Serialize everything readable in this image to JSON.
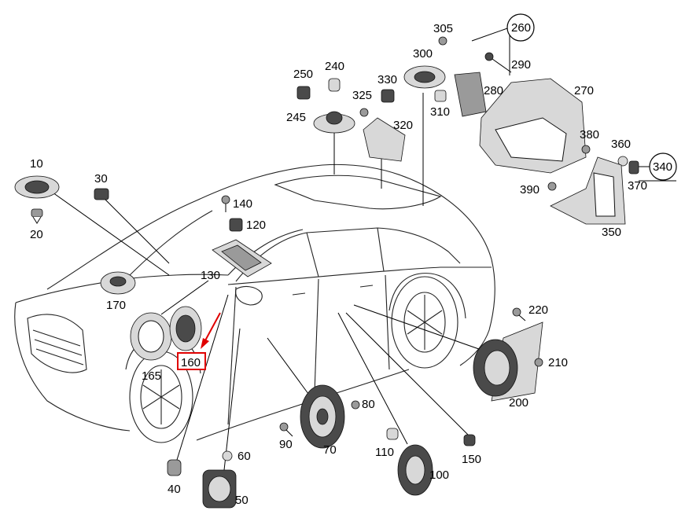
{
  "parts": [
    {
      "id": "p10",
      "label": "10"
    },
    {
      "id": "p20",
      "label": "20"
    },
    {
      "id": "p30",
      "label": "30"
    },
    {
      "id": "p40",
      "label": "40"
    },
    {
      "id": "p50",
      "label": "50"
    },
    {
      "id": "p60",
      "label": "60"
    },
    {
      "id": "p70",
      "label": "70"
    },
    {
      "id": "p80",
      "label": "80"
    },
    {
      "id": "p90",
      "label": "90"
    },
    {
      "id": "p100",
      "label": "100"
    },
    {
      "id": "p110",
      "label": "110"
    },
    {
      "id": "p120",
      "label": "120"
    },
    {
      "id": "p130",
      "label": "130"
    },
    {
      "id": "p140",
      "label": "140"
    },
    {
      "id": "p150",
      "label": "150"
    },
    {
      "id": "p160",
      "label": "160"
    },
    {
      "id": "p165",
      "label": "165"
    },
    {
      "id": "p170",
      "label": "170"
    },
    {
      "id": "p200",
      "label": "200"
    },
    {
      "id": "p210",
      "label": "210"
    },
    {
      "id": "p220",
      "label": "220"
    },
    {
      "id": "p240",
      "label": "240"
    },
    {
      "id": "p245",
      "label": "245"
    },
    {
      "id": "p250",
      "label": "250"
    },
    {
      "id": "p260",
      "label": "260"
    },
    {
      "id": "p270",
      "label": "270"
    },
    {
      "id": "p280",
      "label": "280"
    },
    {
      "id": "p290",
      "label": "290"
    },
    {
      "id": "p300",
      "label": "300"
    },
    {
      "id": "p305",
      "label": "305"
    },
    {
      "id": "p310",
      "label": "310"
    },
    {
      "id": "p320",
      "label": "320"
    },
    {
      "id": "p325",
      "label": "325"
    },
    {
      "id": "p330",
      "label": "330"
    },
    {
      "id": "p340",
      "label": "340"
    },
    {
      "id": "p350",
      "label": "350"
    },
    {
      "id": "p360",
      "label": "360"
    },
    {
      "id": "p370",
      "label": "370"
    },
    {
      "id": "p380",
      "label": "380"
    },
    {
      "id": "p390",
      "label": "390"
    }
  ],
  "highlight": {
    "part": "160",
    "color": "#e00000"
  }
}
